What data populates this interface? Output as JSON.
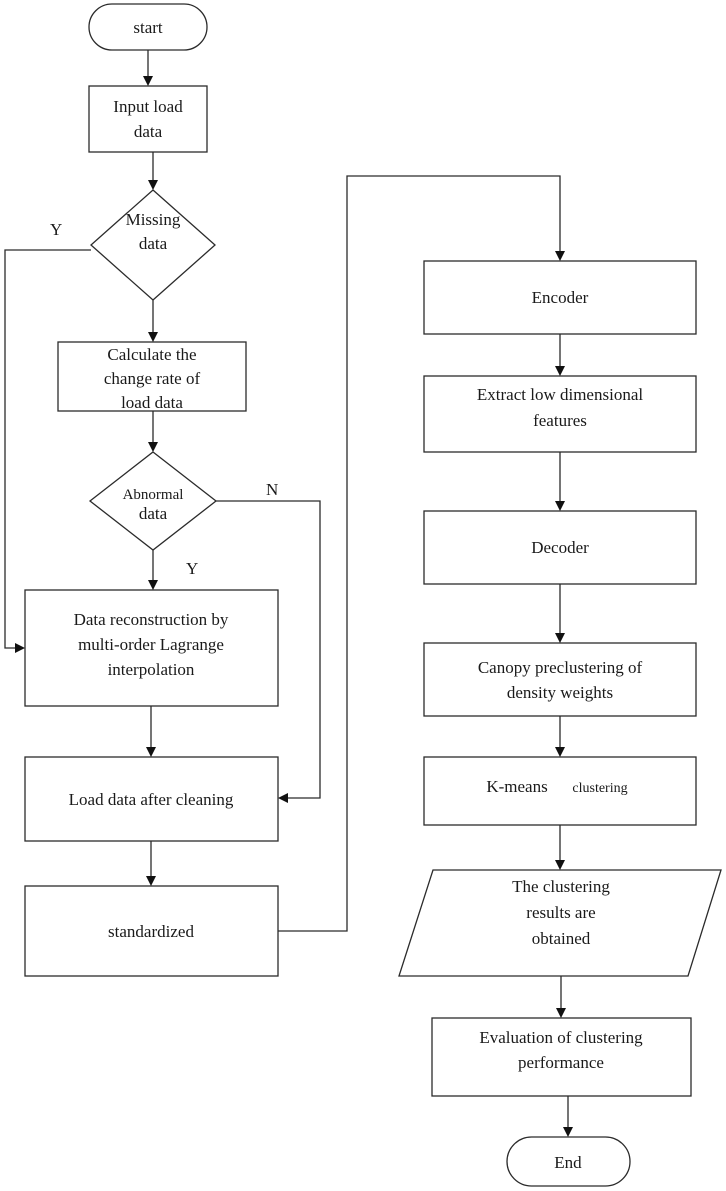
{
  "nodes": {
    "start": "start",
    "input_load": [
      "Input load",
      "data"
    ],
    "missing": [
      "Missing",
      "data"
    ],
    "change_rate": [
      "Calculate the",
      "change rate of",
      "load data"
    ],
    "abnormal": [
      "Abnormal",
      "data"
    ],
    "reconstruction": [
      "Data reconstruction by",
      "multi-order Lagrange",
      "interpolation"
    ],
    "load_after": "Load data after cleaning",
    "standardized": "standardized",
    "encoder": "Encoder",
    "extract": [
      "Extract low dimensional",
      "features"
    ],
    "decoder": "Decoder",
    "canopy": [
      "Canopy preclustering of",
      "density weights"
    ],
    "kmeans_main": "K-means",
    "kmeans_small": "clustering",
    "results": [
      "The clustering",
      "results are",
      "obtained"
    ],
    "evaluation": [
      "Evaluation of clustering",
      "performance"
    ],
    "end": "End"
  },
  "edge_labels": {
    "missing_yes": "Y",
    "abnormal_yes": "Y",
    "abnormal_no": "N"
  }
}
